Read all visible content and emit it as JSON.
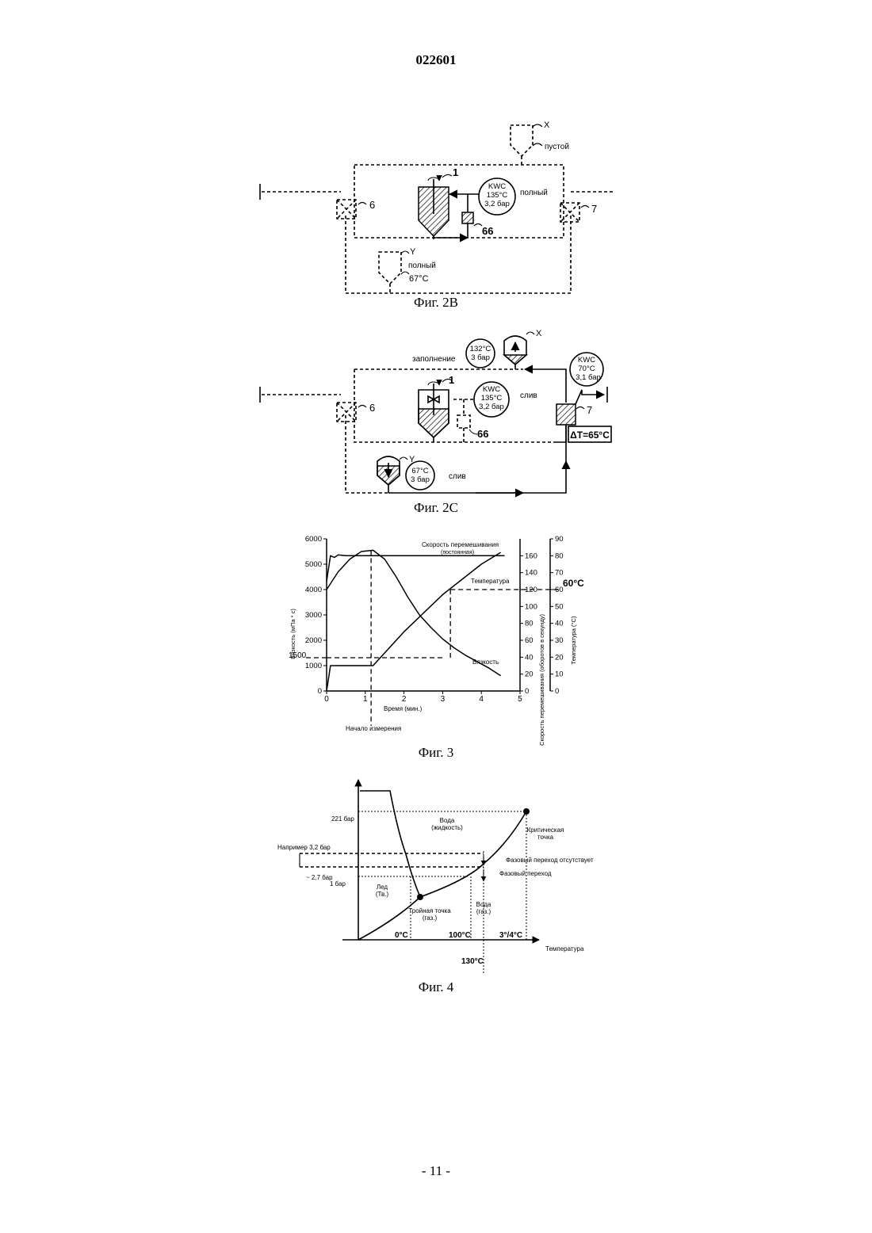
{
  "header": {
    "doc_number": "022601"
  },
  "footer": {
    "page_number": "- 11 -"
  },
  "fig2b": {
    "caption": "Фиг. 2B",
    "label_x": "X",
    "label_empty": "пустой",
    "label_1": "1",
    "kwc": "KWC",
    "kwc_temp": "135°C",
    "kwc_pressure": "3,2 бар",
    "label_full_top": "полный",
    "label_6": "6",
    "label_7": "7",
    "label_66": "66",
    "label_y": "Y",
    "label_full_bottom": "полный",
    "y_temp": "67°C"
  },
  "fig2c": {
    "caption": "Фиг. 2C",
    "label_filling": "заполнение",
    "x_temp": "132°C",
    "x_pressure": "3 бар",
    "label_x": "X",
    "right_kwc": "KWC",
    "right_temp": "70°C",
    "right_pressure": "3,1 бар",
    "label_1": "1",
    "kwc": "KWC",
    "kwc_temp": "135°C",
    "kwc_pressure": "3,2 бар",
    "label_drain_top": "слив",
    "label_6": "6",
    "label_7": "7",
    "label_66": "66",
    "delta_t": "ΔT=65°C",
    "label_y": "Y",
    "y_temp": "67°C",
    "y_pressure": "3 бар",
    "label_drain_bottom": "слив"
  },
  "fig3": {
    "caption": "Фиг. 3",
    "chart_data": {
      "type": "line",
      "xlabel": "Время (мин.)",
      "ylabel_left": "Вязкость (мПа * с)",
      "ylabel_right1": "Скорость перемешивания (оборотов в секунду)",
      "ylabel_right2": "Температура (°C)",
      "x_ticks": [
        "0",
        "1",
        "2",
        "3",
        "4",
        "5"
      ],
      "y_left_ticks": [
        "0",
        "1000",
        "2000",
        "3000",
        "4000",
        "5000",
        "6000"
      ],
      "y_right1_ticks": [
        "0",
        "20",
        "40",
        "60",
        "80",
        "100",
        "120",
        "140",
        "160"
      ],
      "y_right2_ticks": [
        "0",
        "10",
        "20",
        "30",
        "40",
        "50",
        "60",
        "70",
        "80",
        "90"
      ],
      "xlim": [
        0,
        5
      ],
      "ylim_left": [
        0,
        6000
      ],
      "ylim_right1": [
        0,
        180
      ],
      "ylim_right2": [
        0,
        90
      ],
      "series": [
        {
          "name": "Скорость перемешивания (постоянная)",
          "axis": "right1",
          "x": [
            0,
            0.1,
            0.2,
            0.3,
            0.5,
            1,
            2,
            3,
            4,
            4.6
          ],
          "y": [
            130,
            160,
            158,
            161,
            160,
            160,
            160,
            160,
            160,
            160
          ]
        },
        {
          "name": "Температура",
          "axis": "right2",
          "x": [
            0,
            0.1,
            1.2,
            2,
            3,
            4,
            4.5
          ],
          "y": [
            0,
            15,
            15,
            35,
            57,
            75,
            82
          ]
        },
        {
          "name": "Вязкость",
          "axis": "left",
          "x": [
            0,
            0.3,
            0.6,
            0.9,
            1.2,
            1.5,
            1.8,
            2.1,
            2.4,
            2.7,
            3.0,
            3.3,
            3.6,
            3.9,
            4.2,
            4.5
          ],
          "y": [
            4000,
            4700,
            5200,
            5500,
            5550,
            5200,
            4500,
            3700,
            3000,
            2500,
            2050,
            1700,
            1400,
            1150,
            900,
            600
          ]
        }
      ],
      "annotations": {
        "v1500": "1500",
        "t60": "60°C",
        "start": "Начало измерения",
        "speed_label": "Скорость перемешивания",
        "speed_sub": "(постоянная)",
        "temp_label": "Температура",
        "visc_label": "Вязкость"
      }
    }
  },
  "fig4": {
    "caption": "Фиг. 4",
    "p221": "221 бар",
    "p32": "Например 3,2 бар",
    "p27": "~ 2,7 бар",
    "p1": "1 бар",
    "water_liquid": "Вода",
    "water_liquid_sub": "(жидкость)",
    "critical": "Критическая",
    "critical_sub": "точка",
    "no_transition": "Фазовый переход отсутствует",
    "transition": "Фазовый переход",
    "ice": "Лед",
    "ice_sub": "(Тв.)",
    "triple": "Тройная точка",
    "triple_sub": "(газ.)",
    "water_gas": "Вода",
    "water_gas_sub": "(газ.)",
    "t0": "0°C",
    "t100": "100°C",
    "tcrit": "3°/4°C",
    "temperature": "Температура",
    "t130": "130°C"
  }
}
